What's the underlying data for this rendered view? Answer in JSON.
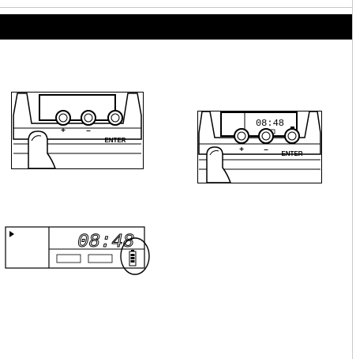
{
  "page": {
    "header_bar_color": "#000000"
  },
  "figure_a": {
    "buttons": [
      "+",
      "–",
      "ENTER"
    ]
  },
  "figure_b": {
    "display_time": "08:48",
    "buttons": [
      "+",
      "–",
      "ENTER"
    ]
  },
  "figure_c": {
    "display_time": "08:48",
    "battery_icon": "battery-icon",
    "highlight": "circled battery indicator"
  }
}
